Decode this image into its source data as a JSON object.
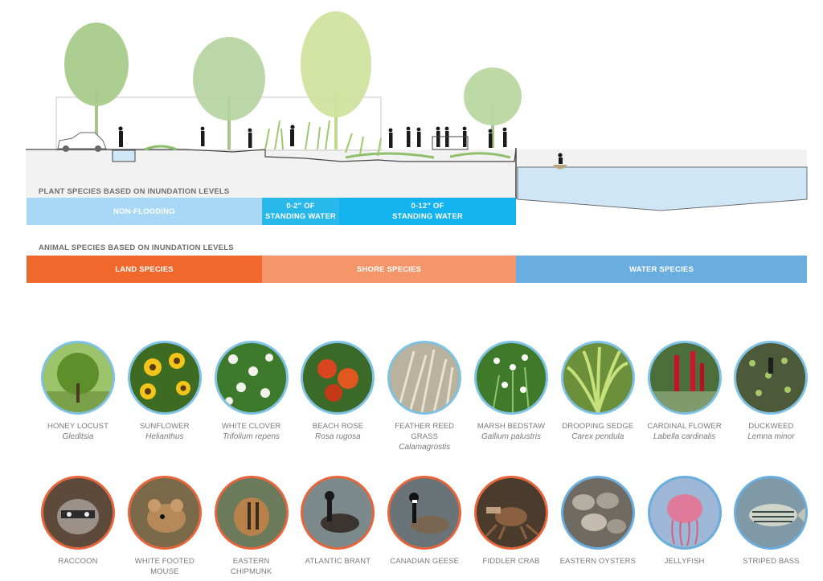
{
  "plant_heading": "PLANT SPECIES BASED ON INUNDATION LEVELS",
  "plant_bands": [
    {
      "label": "NON-FLOODING",
      "color": "#a8d8f5"
    },
    {
      "label": "0-2\" OF\nSTANDING WATER",
      "color": "#29b8ea"
    },
    {
      "label": "0-12\" OF\nSTANDING WATER",
      "color": "#13b3ef"
    }
  ],
  "animal_heading": "ANIMAL SPECIES BASED ON INUNDATION LEVELS",
  "animal_bands": [
    {
      "label": "LAND SPECIES",
      "color": "#f0682c"
    },
    {
      "label": "SHORE SPECIES",
      "color": "#f5956a"
    },
    {
      "label": "WATER SPECIES",
      "color": "#6aaee0"
    }
  ],
  "plants": [
    {
      "common": "HONEY LOCUST",
      "latin": "Gleditsia",
      "icon": "tree-photo"
    },
    {
      "common": "SUNFLOWER",
      "latin": "Helianthus",
      "icon": "sunflower-photo"
    },
    {
      "common": "WHITE CLOVER",
      "latin": "Trifolium repens",
      "icon": "clover-photo"
    },
    {
      "common": "BEACH ROSE",
      "latin": "Rosa rugosa",
      "icon": "rose-hip-photo"
    },
    {
      "common": "FEATHER REED GRASS",
      "latin": "Calamagrostis",
      "icon": "grass-photo"
    },
    {
      "common": "MARSH BEDSTAW",
      "latin": "Gallium palustris",
      "icon": "bedstraw-photo"
    },
    {
      "common": "DROOPING SEDGE",
      "latin": "Carex pendula",
      "icon": "sedge-photo"
    },
    {
      "common": "CARDINAL FLOWER",
      "latin": "Labella cardinalis",
      "icon": "cardinal-flower-photo"
    },
    {
      "common": "DUCKWEED",
      "latin": "Lemna minor",
      "icon": "duckweed-photo"
    }
  ],
  "animals": [
    {
      "common": "RACCOON",
      "icon": "raccoon-photo",
      "group": "land"
    },
    {
      "common": "WHITE FOOTED\nMOUSE",
      "icon": "mouse-photo",
      "group": "land"
    },
    {
      "common": "EASTERN\nCHIPMUNK",
      "icon": "chipmunk-photo",
      "group": "land"
    },
    {
      "common": "ATLANTIC BRANT",
      "icon": "brant-photo",
      "group": "land"
    },
    {
      "common": "CANADIAN GEESE",
      "icon": "geese-photo",
      "group": "land"
    },
    {
      "common": "FIDDLER CRAB",
      "icon": "crab-photo",
      "group": "land"
    },
    {
      "common": "EASTERN OYSTERS",
      "icon": "oysters-photo",
      "group": "water"
    },
    {
      "common": "JELLYFISH",
      "icon": "jellyfish-photo",
      "group": "water"
    },
    {
      "common": "STRIPED BASS",
      "icon": "bass-photo",
      "group": "water"
    }
  ]
}
